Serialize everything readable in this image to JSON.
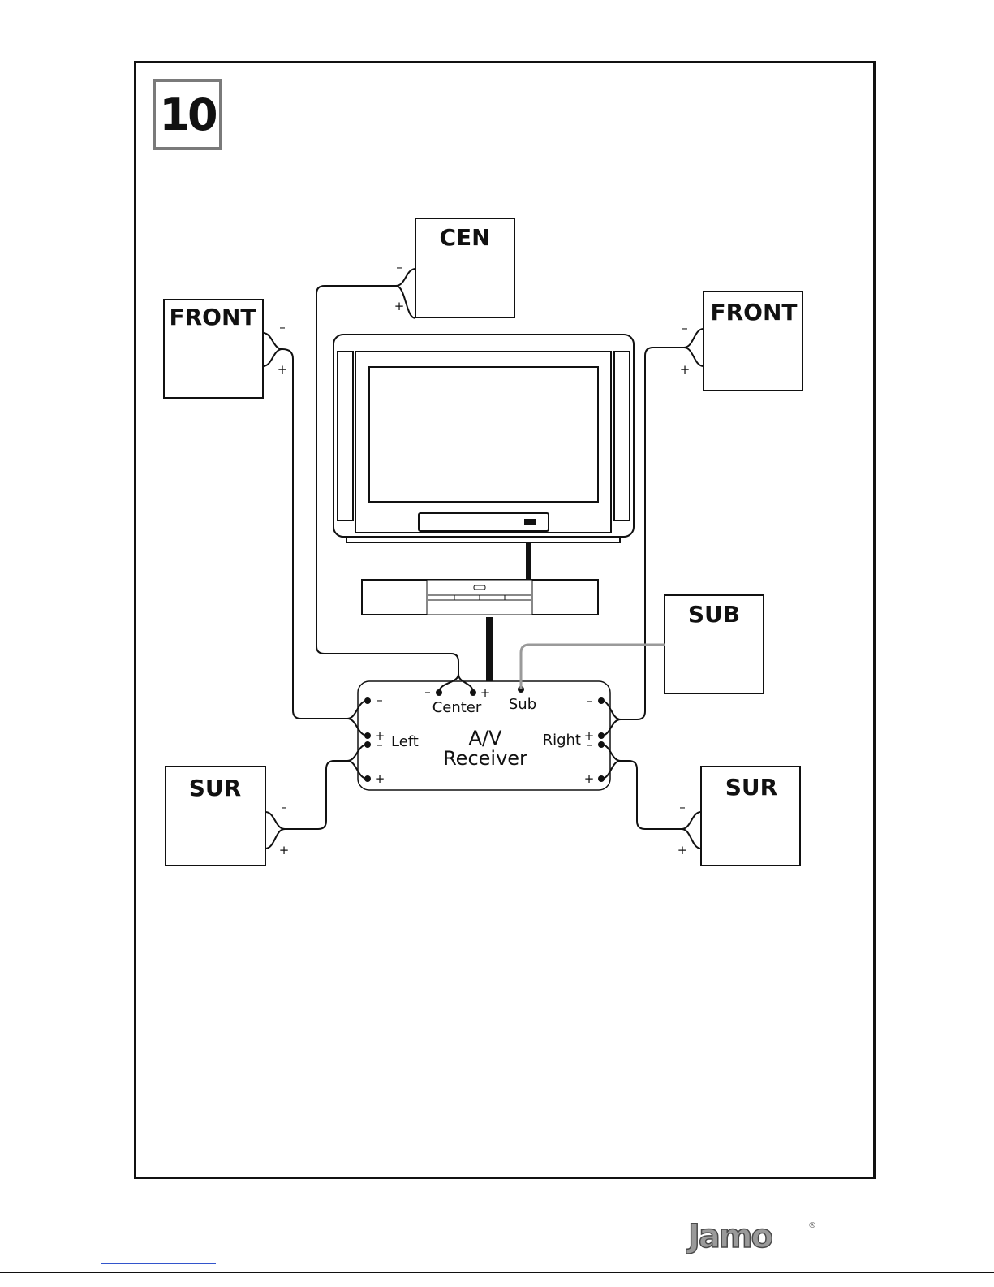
{
  "figure": {
    "step_number": "10",
    "speakers": {
      "center": "CEN",
      "front_left": "FRONT",
      "front_right": "FRONT",
      "subwoofer": "SUB",
      "surround_left": "SUR",
      "surround_right": "SUR"
    },
    "polarity": {
      "minus": "–",
      "plus": "+"
    },
    "receiver": {
      "title_line1": "A/V",
      "title_line2": "Receiver",
      "left": "Left",
      "right": "Right",
      "center": "Center",
      "sub": "Sub"
    }
  },
  "brand": {
    "logo_text": "Jamo",
    "trademark": "®"
  }
}
